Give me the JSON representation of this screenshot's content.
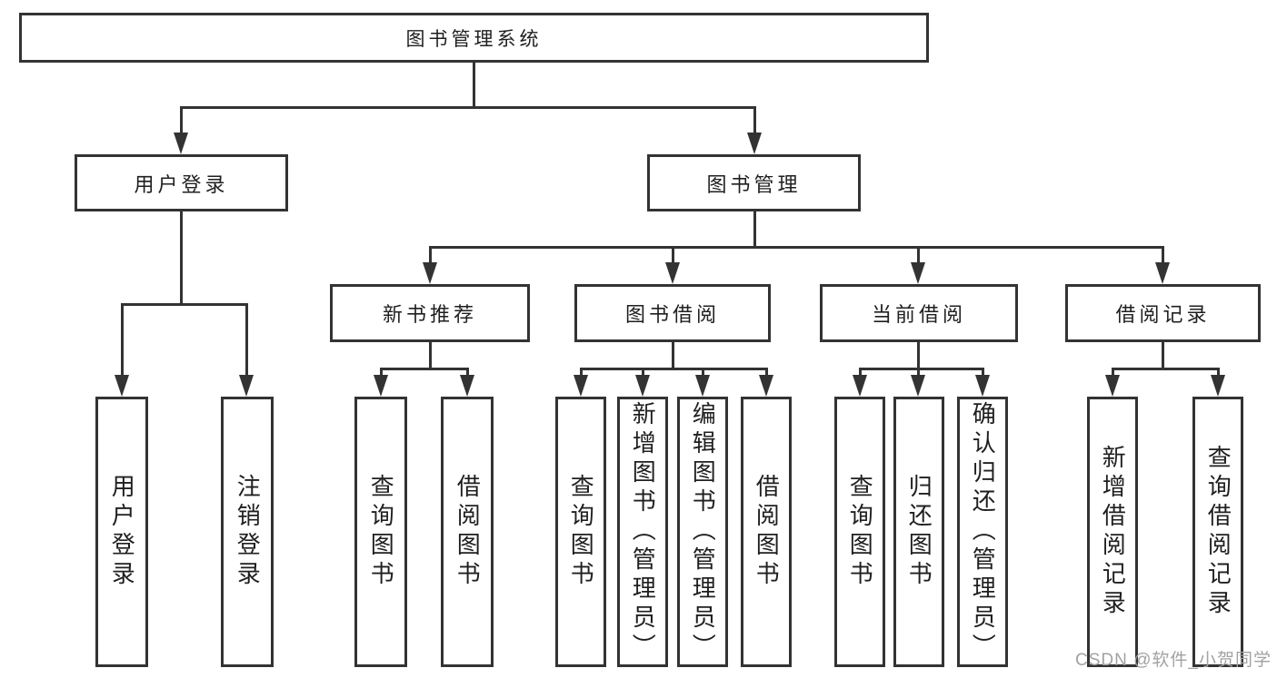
{
  "tree": {
    "root": "图书管理系统",
    "children": [
      {
        "label": "用户登录",
        "children": [
          {
            "label": "用户登录"
          },
          {
            "label": "注销登录"
          }
        ]
      },
      {
        "label": "图书管理",
        "children": [
          {
            "label": "新书推荐",
            "children": [
              {
                "label": "查询图书"
              },
              {
                "label": "借阅图书"
              }
            ]
          },
          {
            "label": "图书借阅",
            "children": [
              {
                "label": "查询图书"
              },
              {
                "label": "新增图书（管理员）"
              },
              {
                "label": "编辑图书（管理员）"
              },
              {
                "label": "借阅图书"
              }
            ]
          },
          {
            "label": "当前借阅",
            "children": [
              {
                "label": "查询图书"
              },
              {
                "label": "归还图书"
              },
              {
                "label": "确认归还（管理员）"
              }
            ]
          },
          {
            "label": "借阅记录",
            "children": [
              {
                "label": "新增借阅记录"
              },
              {
                "label": "查询借阅记录"
              }
            ]
          }
        ]
      }
    ]
  },
  "colors": {
    "line": "#333333",
    "text": "#1f1f1f",
    "box_background": "#ffffff",
    "watermark": "#a2a2a2"
  },
  "watermark": {
    "text": "CSDN @软件_小贺同学"
  }
}
